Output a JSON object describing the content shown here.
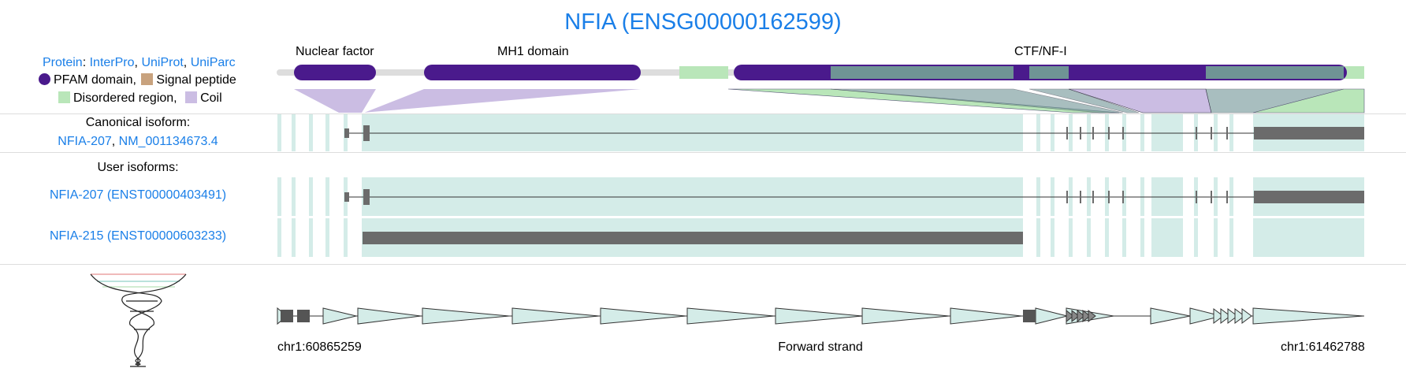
{
  "title": "NFIA (ENSG00000162599)",
  "protein_links": {
    "prefix": "Protein",
    "colon": ":",
    "comma": ",",
    "interpro": "InterPro",
    "uniprot": "UniProt",
    "uniparc": "UniParc"
  },
  "legend": {
    "pfam": "PFAM domain,",
    "signal": "Signal peptide",
    "disordered": "Disordered region,",
    "coil": "Coil",
    "colors": {
      "pfam": "#4a1a8c",
      "signal": "#c8a27e",
      "disordered": "#b9e6b9",
      "coil": "#cbbde3"
    }
  },
  "domains": [
    "Nuclear factor",
    "MH1 domain",
    "CTF/NF-I"
  ],
  "canonical": {
    "heading": "Canonical isoform:",
    "transcript": "NFIA-207",
    "comma": ",",
    "refseq": "NM_001134673.4"
  },
  "user_isoforms": {
    "heading": "User isoforms:",
    "items": [
      "NFIA-207 (ENST00000403491)",
      "NFIA-215 (ENST00000603233)"
    ]
  },
  "coordinates": {
    "start": "chr1:60865259",
    "strand": "Forward strand",
    "end": "chr1:61462788"
  },
  "colors": {
    "link": "#1a7fe8",
    "exon_band": "#d4ece8",
    "exon_block": "#6b6b6b",
    "protein_track": "#dddddd",
    "protein_overlay": "#6f9495",
    "disordered_fill": "#b9e6b9"
  }
}
